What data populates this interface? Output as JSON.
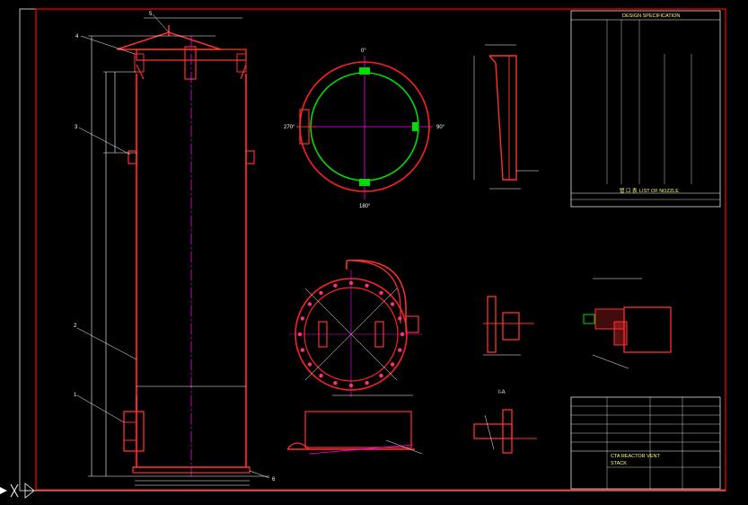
{
  "drawing": {
    "spec_title": "DESIGN SPECIFICATION",
    "nozzle_title": "LIST OF NOZZLE",
    "nozzle_table_title_cn": "管 口 表",
    "stack_title_1": "CTA REACTOR VENT",
    "stack_title_2": "STACK",
    "angle_0": "0°",
    "angle_90": "90°",
    "angle_180": "180°",
    "angle_270": "270°",
    "label_ia": "I-A",
    "callouts": [
      "1",
      "2",
      "3",
      "4",
      "5",
      "6"
    ]
  },
  "colors": {
    "background": "#000000",
    "frame": "#ff0000",
    "vessel": "#ff0000",
    "dimension": "#ffffff",
    "centerline": "#ff00ff",
    "nozzle": "#ff2020",
    "green": "#00dd00",
    "text_yellow": "#ffff66",
    "text_white": "#ffffff"
  },
  "icons": {
    "ucs": "ucs-icon",
    "cursor": "crosshair-cursor-icon"
  }
}
